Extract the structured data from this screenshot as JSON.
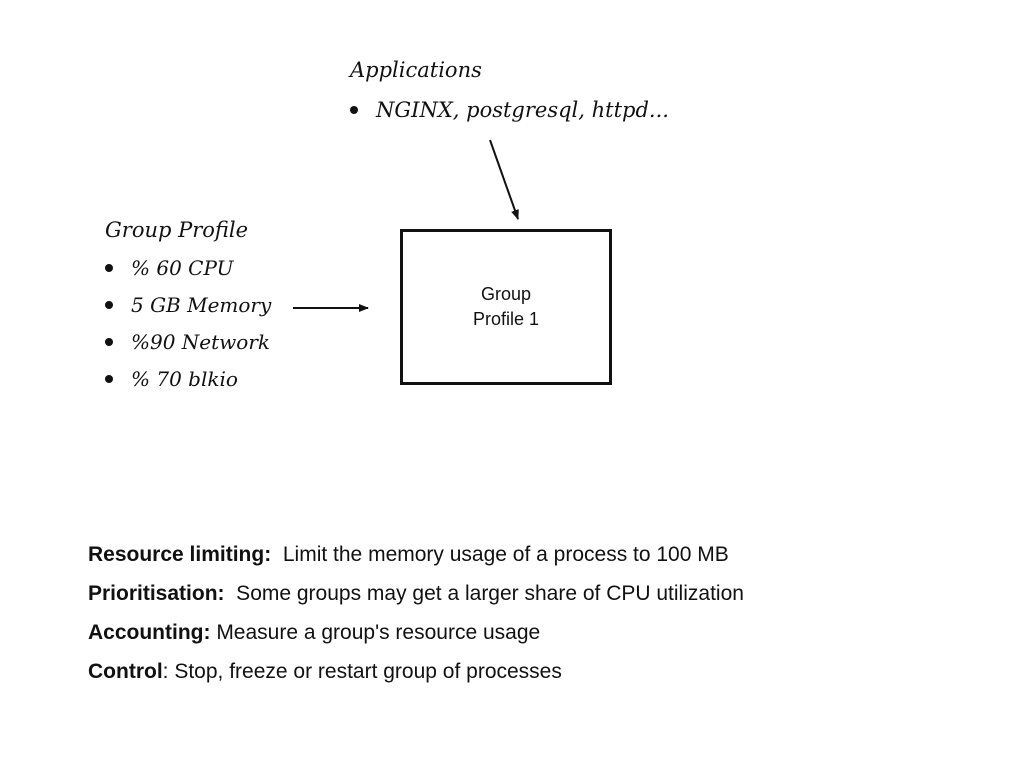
{
  "applications": {
    "title": "Applications",
    "items": [
      "NGINX, postgresql, httpd..."
    ]
  },
  "group_profile": {
    "title": "Group Profile",
    "items": [
      "% 60 CPU",
      "5 GB Memory",
      "%90 Network",
      "% 70 blkio"
    ]
  },
  "profile_box": {
    "label_line1": "Group",
    "label_line2": "Profile 1"
  },
  "definitions": [
    {
      "term": "Resource limiting:",
      "text": "  Limit the memory usage of a process to 100 MB"
    },
    {
      "term": "Prioritisation:",
      "text": "  Some groups may get a larger share of CPU utilization"
    },
    {
      "term": "Accounting:",
      "text": " Measure a group's resource usage"
    },
    {
      "term": "Control",
      "text": ": Stop, freeze or restart group of processes"
    }
  ],
  "colors": {
    "ink": "#111111",
    "background": "#ffffff"
  }
}
